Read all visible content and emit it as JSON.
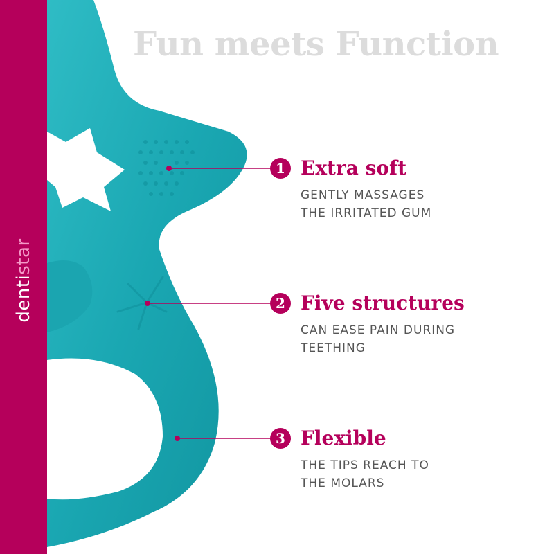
{
  "brand": {
    "name_part1": "denti",
    "name_part2": "star",
    "bar_color": "#b5005b",
    "accent_color": "#f49ac8"
  },
  "headline": "Fun meets Function",
  "product": {
    "color": "#1aa7b2",
    "icon": "teether-illustration"
  },
  "features": [
    {
      "number": "1",
      "title": "Extra soft",
      "desc_line1": "GENTLY MASSAGES",
      "desc_line2": "THE IRRITATED GUM"
    },
    {
      "number": "2",
      "title": "Five structures",
      "desc_line1": "CAN EASE PAIN DURING",
      "desc_line2": "TEETHING"
    },
    {
      "number": "3",
      "title": "Flexible",
      "desc_line1": "THE TIPS REACH TO",
      "desc_line2": "THE MOLARS"
    }
  ]
}
